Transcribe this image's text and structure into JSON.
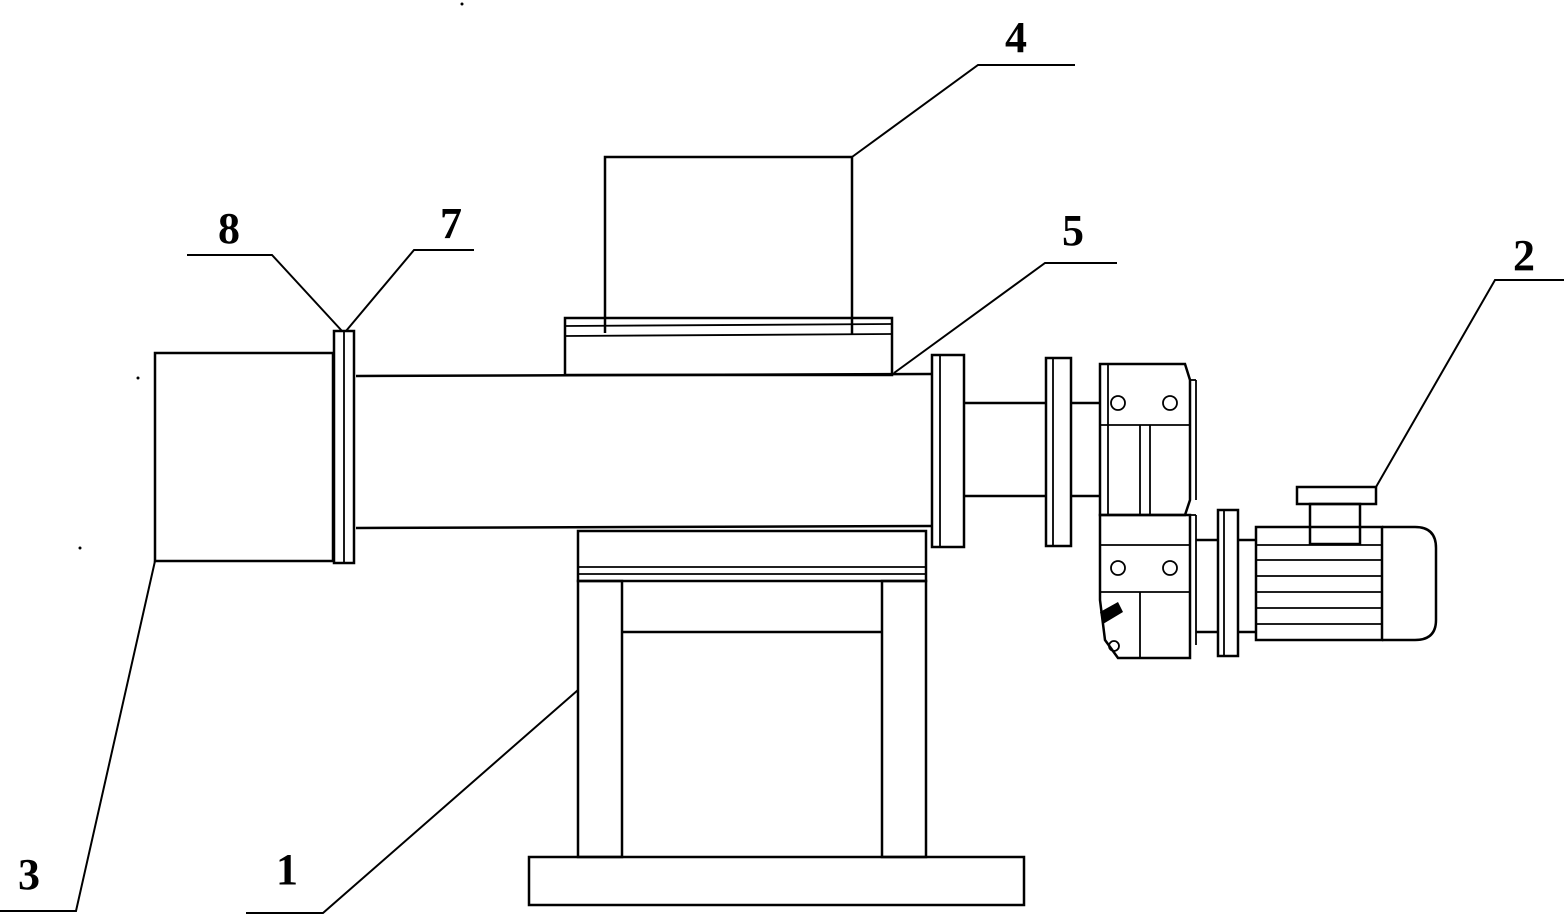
{
  "diagram": {
    "labels": {
      "frame": "1",
      "drive_motor": "2",
      "discharge_head": "3",
      "feed_hopper": "4",
      "barrel": "5",
      "flange_a": "7",
      "flange_b": "8"
    }
  }
}
